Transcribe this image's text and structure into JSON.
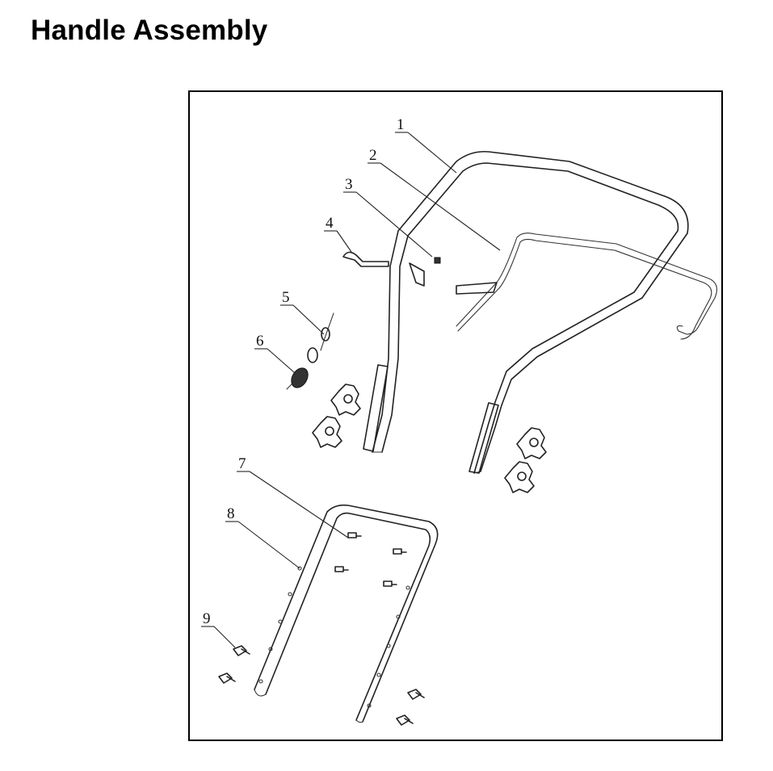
{
  "title": "Handle Assembly",
  "callouts": [
    "1",
    "2",
    "3",
    "4",
    "5",
    "6",
    "7",
    "8",
    "9"
  ]
}
